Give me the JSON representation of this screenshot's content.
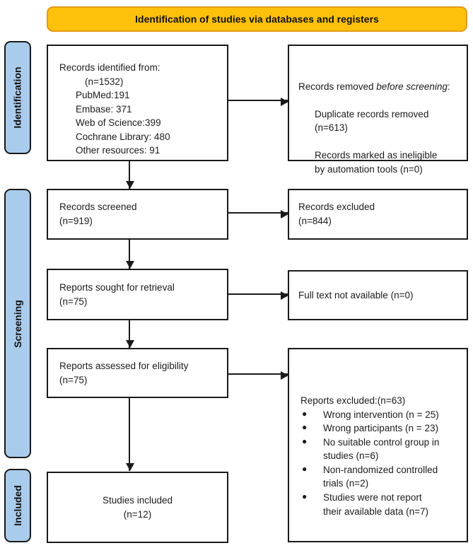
{
  "header": {
    "title": "Identification of studies via databases and registers"
  },
  "stages": [
    {
      "label": "Identification"
    },
    {
      "label": "Screening"
    },
    {
      "label": "Included"
    }
  ],
  "boxes": {
    "records_identified": {
      "title": "Records identified from:",
      "total": "(n=1532)",
      "sources": [
        "PubMed:191",
        "Embase: 371",
        "Web of Science:399",
        "Cochrane Library: 480",
        "Other resources: 91"
      ]
    },
    "records_removed": {
      "lead": "Records removed ",
      "lead_italic": "before screening",
      "lead_end": ":",
      "items": [
        "Duplicate records removed\n(n=613)",
        "Records marked as ineligible\nby automation tools (n=0)"
      ]
    },
    "records_screened": {
      "line1": "Records screened",
      "line2": "(n=919)"
    },
    "records_excluded": {
      "line1": "Records excluded",
      "line2": "(n=844)"
    },
    "reports_sought": {
      "line1": "Reports sought for retrieval",
      "line2": "(n=75)"
    },
    "full_text_unavailable": {
      "line1": "Full text not available (n=0)"
    },
    "reports_assessed": {
      "line1": "Reports assessed for eligibility",
      "line2": "(n=75)"
    },
    "reports_excluded": {
      "title": "Reports excluded:(n=63)",
      "reasons": [
        "Wrong intervention (n = 25)",
        "Wrong participants (n = 23)",
        "No suitable control group in\nstudies (n=6)",
        "Non-randomized controlled\ntrials (n=2)",
        "Studies were not report\ntheir available data (n=7)"
      ]
    },
    "studies_included": {
      "line1": "Studies included",
      "line2": "(n=12)"
    }
  },
  "colors": {
    "header_fill": "#FDC10C",
    "header_border": "#E49B16",
    "stage_fill": "#A9CBEC",
    "line": "#1a1a1a"
  }
}
